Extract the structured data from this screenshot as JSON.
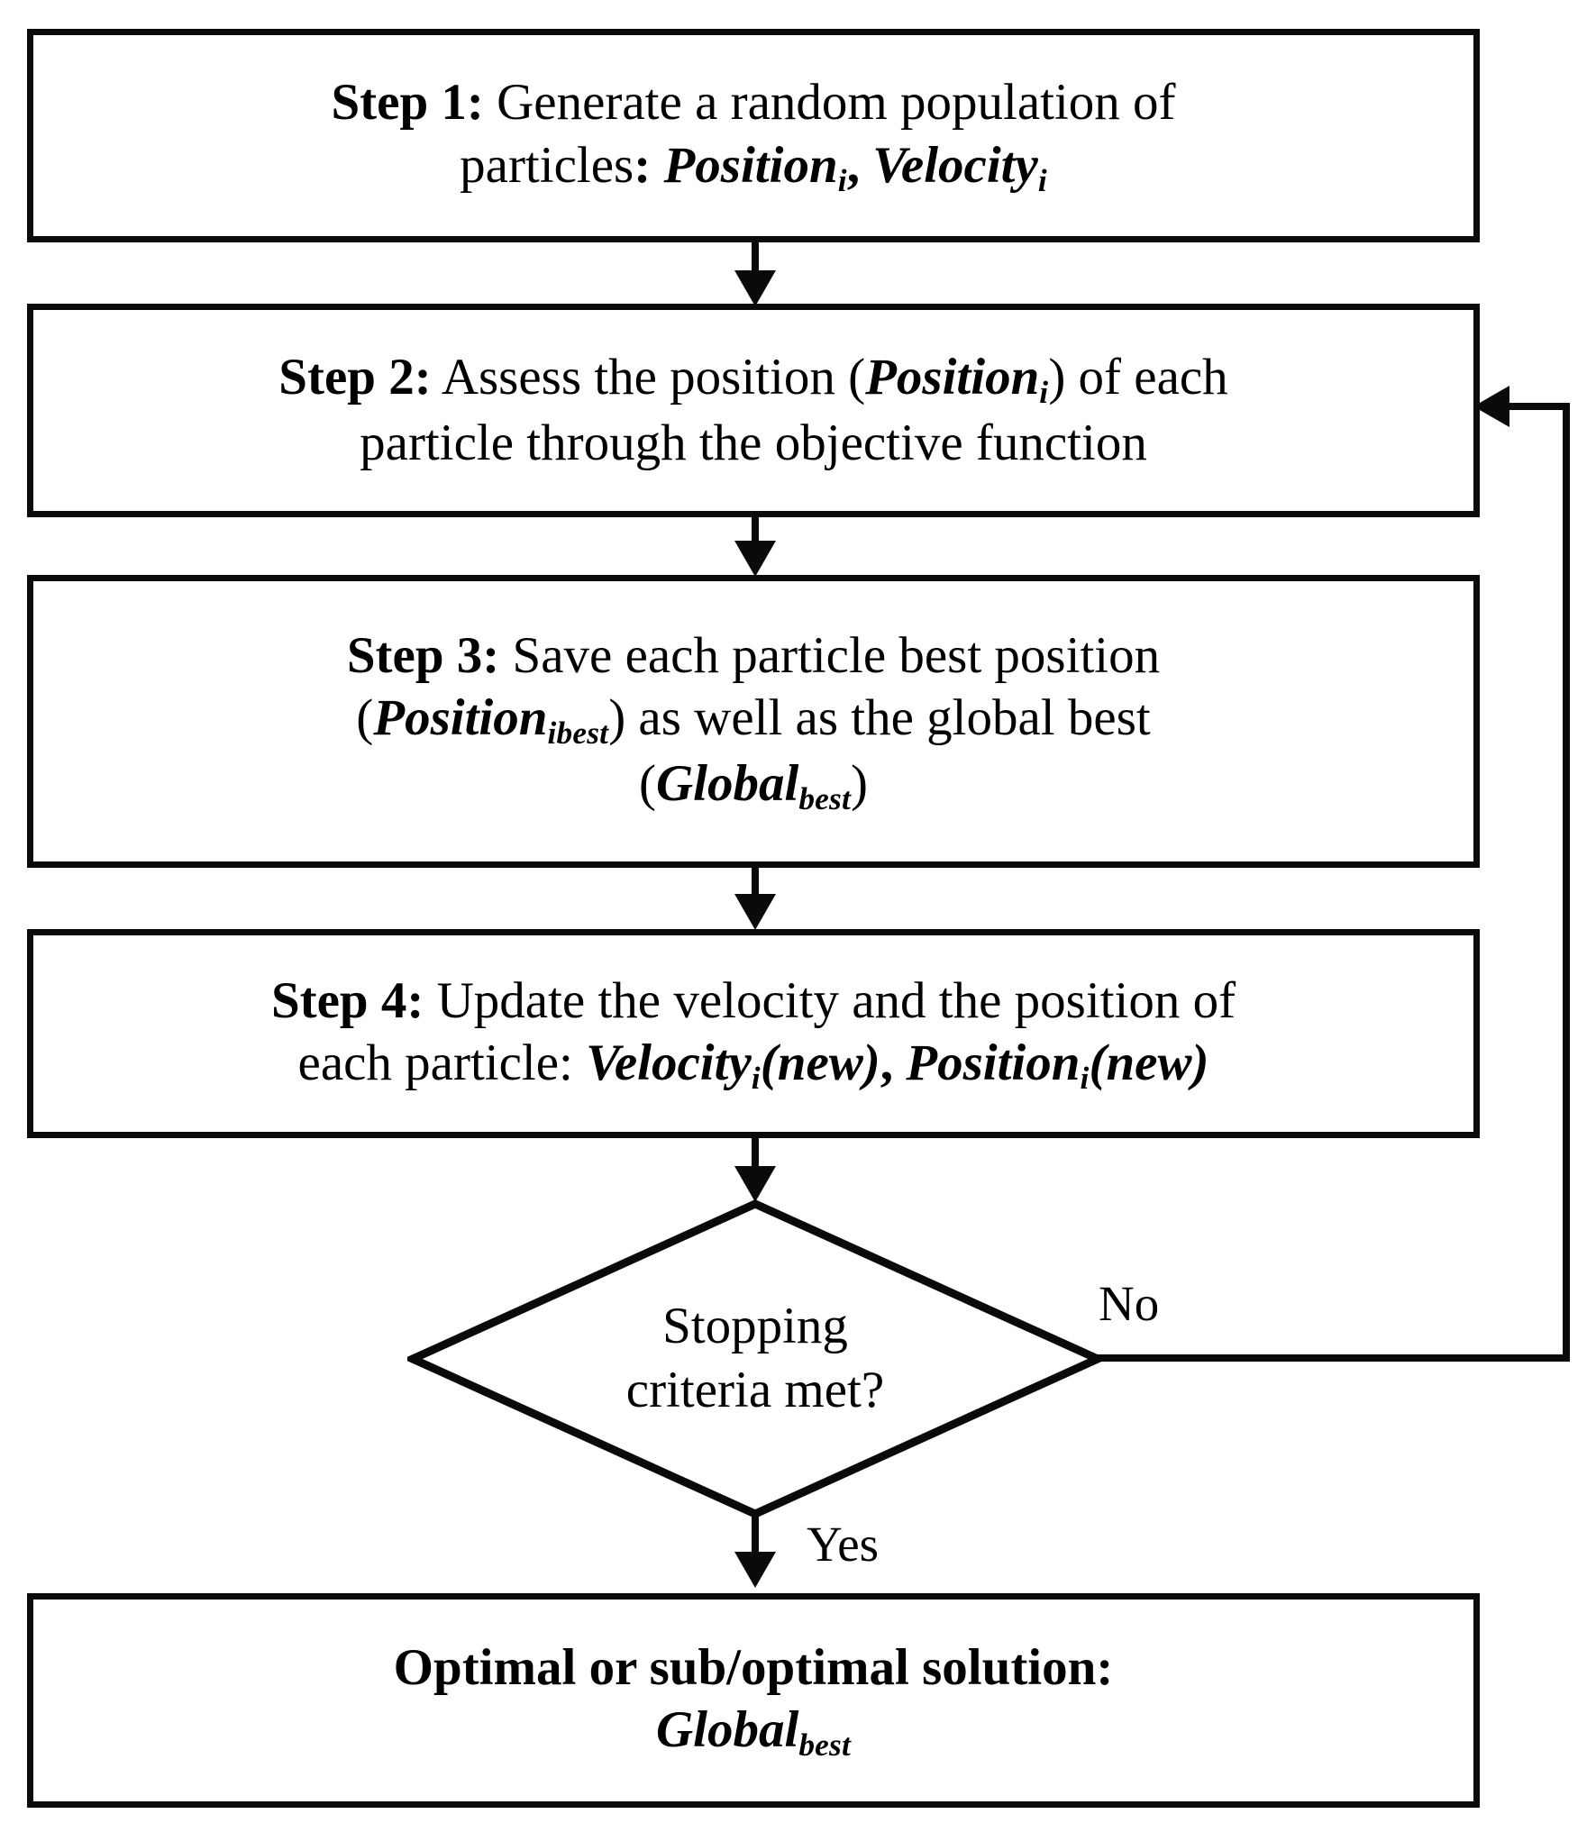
{
  "diagram": {
    "type": "flowchart",
    "title": "Particle Swarm Optimization (PSO) algorithm flowchart",
    "colors": {
      "stroke": "#0a0a0a",
      "fill": "#ffffff",
      "text": "#000000"
    },
    "steps": [
      {
        "id": "step1",
        "shape": "rectangle",
        "label_bold": "Step 1:",
        "line1_rest": " Generate a random population of",
        "line2_prefix": "particles",
        "line2_colon": ":",
        "var1_base": "Position",
        "var1_sub": "i",
        "line2_mid": ", ",
        "var2_base": "Velocity",
        "var2_sub": "i"
      },
      {
        "id": "step2",
        "shape": "rectangle",
        "label_bold": "Step 2:",
        "line1_a": " Assess the position (",
        "var1_base": "Position",
        "var1_sub": "i",
        "line1_b": ") of each",
        "line2": "particle through the objective function"
      },
      {
        "id": "step3",
        "shape": "rectangle",
        "label_bold": "Step 3:",
        "line1_rest": " Save each particle best position",
        "line2_open": "(",
        "var1_base": "Position",
        "var1_sub": "ibest",
        "line2_rest": ") as well as the global best",
        "line3_open": "(",
        "var2_base": "Global",
        "var2_sub": "best",
        "line3_close": ")"
      },
      {
        "id": "step4",
        "shape": "rectangle",
        "label_bold": "Step 4:",
        "line1_rest": " Update the velocity and the position of",
        "line2_prefix": "each particle: ",
        "var1_base": "Velocity",
        "var1_sub": "i",
        "var1_suffix": "(new)",
        "line2_mid": ", ",
        "var2_base": "Position",
        "var2_sub": "i",
        "var2_suffix": "(new)"
      }
    ],
    "decision": {
      "id": "stopping-criteria",
      "shape": "diamond",
      "line1": "Stopping",
      "line2": "criteria met?"
    },
    "terminal": {
      "id": "result",
      "shape": "rectangle",
      "line1": "Optimal or sub/optimal solution:",
      "var_base": "Global",
      "var_sub": "best"
    },
    "edge_labels": {
      "no": "No",
      "yes": "Yes"
    }
  }
}
